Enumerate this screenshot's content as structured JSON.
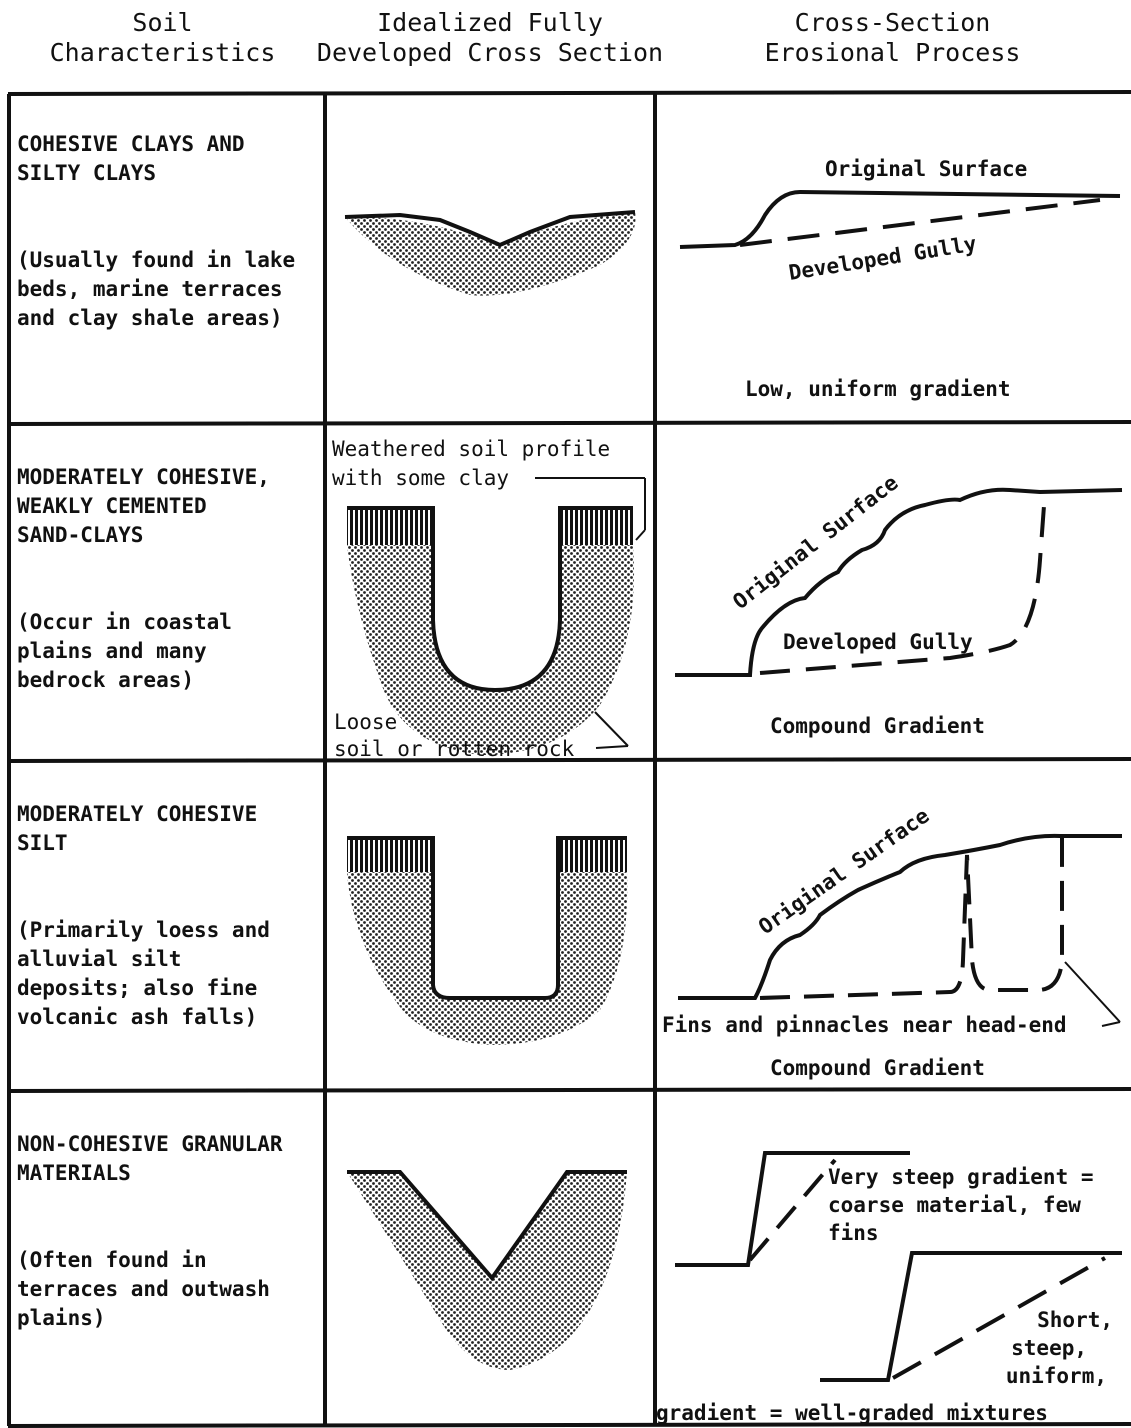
{
  "headers": {
    "col1": "Soil\nCharacteristics",
    "col2": "Idealized Fully\nDeveloped Cross Section",
    "col3": "Cross-Section\nErosional Process"
  },
  "rows": [
    {
      "title": "COHESIVE CLAYS AND\nSILTY CLAYS",
      "desc": "(Usually found in lake\nbeds, marine terraces\nand clay shale areas)",
      "labels": {
        "original_surface": "Original Surface",
        "developed_gully": "Developed Gully",
        "gradient": "Low, uniform gradient"
      }
    },
    {
      "title": "MODERATELY COHESIVE,\nWEAKLY CEMENTED\nSAND-CLAYS",
      "desc": "(Occur in coastal\nplains and many\nbedrock areas)",
      "labels": {
        "weathered": "Weathered soil profile",
        "with_clay": "with some clay",
        "loose": "Loose",
        "rotten": "soil or rotten rock",
        "original_surface": "Original Surface",
        "developed_gully": "Developed Gully",
        "gradient": "Compound Gradient"
      }
    },
    {
      "title": "MODERATELY COHESIVE\nSILT",
      "desc": "(Primarily loess and\nalluvial silt\ndeposits; also fine\nvolcanic ash falls)",
      "labels": {
        "original_surface": "Original Surface",
        "fins": "Fins and pinnacles near head-end",
        "gradient": "Compound Gradient"
      }
    },
    {
      "title": "NON-COHESIVE GRANULAR\nMATERIALS",
      "desc": "(Often found in\nterraces and outwash\nplains)",
      "labels": {
        "steep1": "Very steep gradient =",
        "steep2": "coarse material, few",
        "steep3": "fins",
        "short1": "Short,",
        "short2": "steep,",
        "short3": "uniform,",
        "graded": "gradient = well-graded mixtures"
      }
    }
  ]
}
